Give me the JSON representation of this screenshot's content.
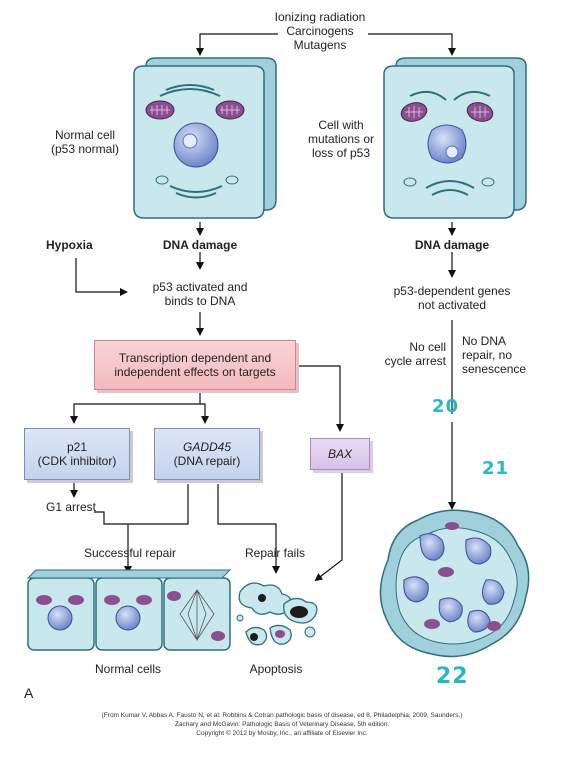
{
  "top_causes": [
    "Ionizing radiation",
    "Carcinogens",
    "Mutagens"
  ],
  "left_cell_label": [
    "Normal cell",
    "(p53 normal)"
  ],
  "right_cell_label": [
    "Cell with",
    "mutations or",
    "loss of p53"
  ],
  "left_dna_damage": "DNA damage",
  "right_dna_damage": "DNA damage",
  "hypoxia": "Hypoxia",
  "p53_activated": [
    "p53 activated and",
    "binds to DNA"
  ],
  "p53_genes": [
    "p53-dependent genes",
    "not activated"
  ],
  "transcription_box": [
    "Transcription dependent and",
    "independent effects on targets"
  ],
  "no_cell_cycle_arrest": [
    "No cell",
    "cycle arrest"
  ],
  "no_dna_repair": [
    "No DNA",
    "repair, no",
    "senescence"
  ],
  "p21_box": [
    "p21",
    "(CDK inhibitor)"
  ],
  "gadd45_box": [
    "GADD45",
    "(DNA repair)"
  ],
  "bax_box": "BAX",
  "g1_arrest": "G1 arrest",
  "successful_repair": "Successful repair",
  "repair_fails": "Repair fails",
  "normal_cells": "Normal cells",
  "apoptosis": "Apoptosis",
  "panel_letter": "A",
  "handwritten": [
    "20",
    "21",
    "22"
  ],
  "credits": [
    "(From Kumar V, Abbas A, Fausto N, et al: Robbins & Cotran pathologic basis of disease, ed 8, Philadelphia, 2009, Saunders.)",
    "Zachary and McGavin: Pathologic Basis of Veterinary Disease, 5th edition.",
    "Copyright © 2012 by Mosby, Inc., an affiliate of Elsevier Inc."
  ],
  "colors": {
    "cell_fill": "#c9e8ee",
    "cell_outline": "#2f6f7e",
    "nucleus": "#8fa6dc",
    "mitochondria": "#8a4f8e",
    "handwriting": "#29b6c9",
    "transcription_box": "#f3b9bd",
    "gene_box": "#c4d3ee",
    "bax_box": "#d7c2e8"
  }
}
